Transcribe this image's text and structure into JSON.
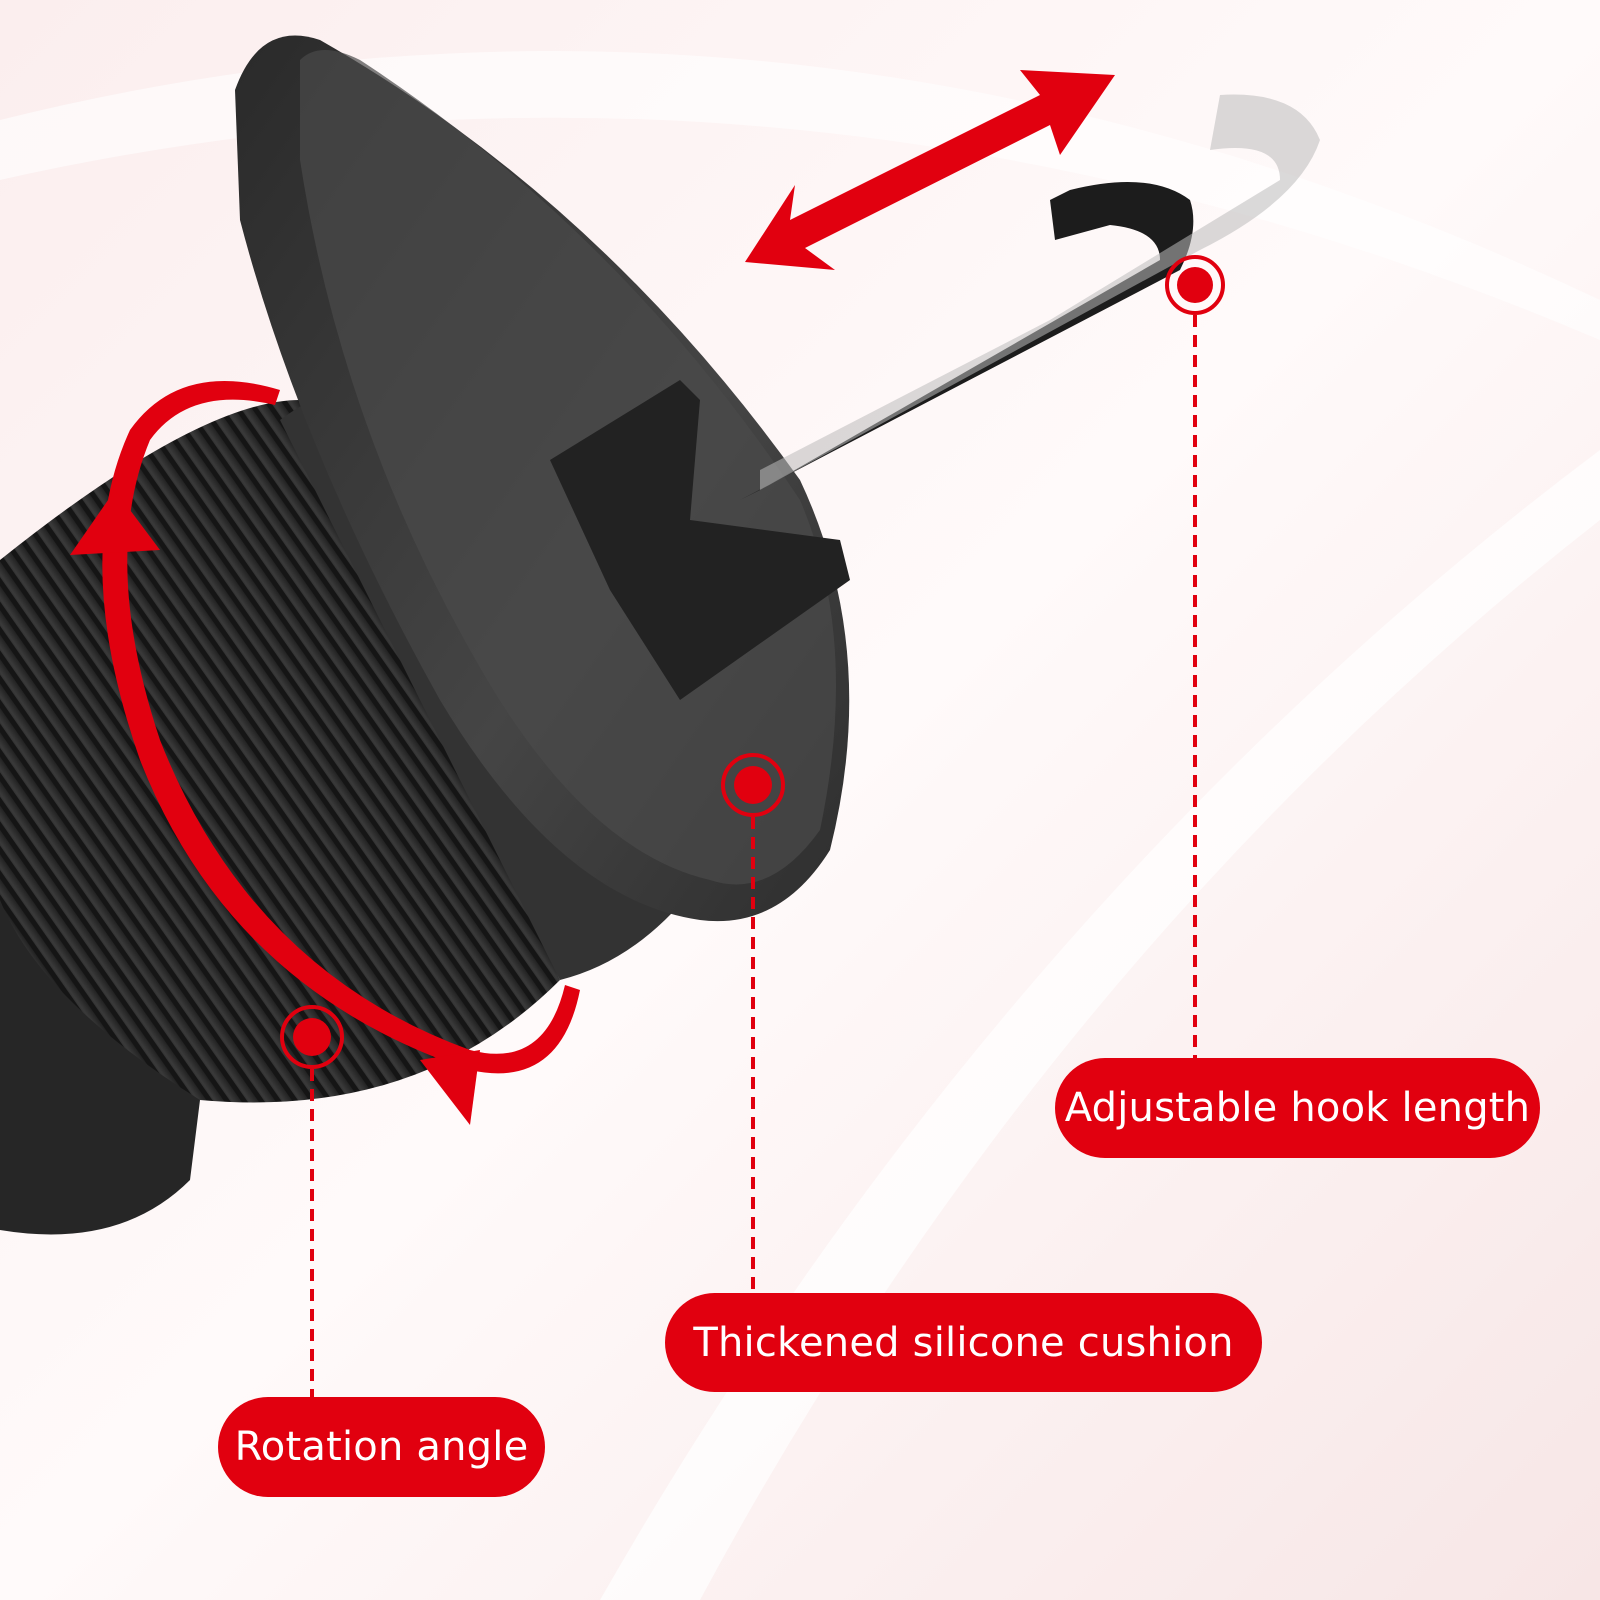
{
  "colors": {
    "accent": "#e1000f",
    "product": "#2e2e2e",
    "background": "#fdf6f6"
  },
  "labels": {
    "hook": "Adjustable hook length",
    "cushion": "Thickened silicone cushion",
    "rotation": "Rotation angle"
  }
}
